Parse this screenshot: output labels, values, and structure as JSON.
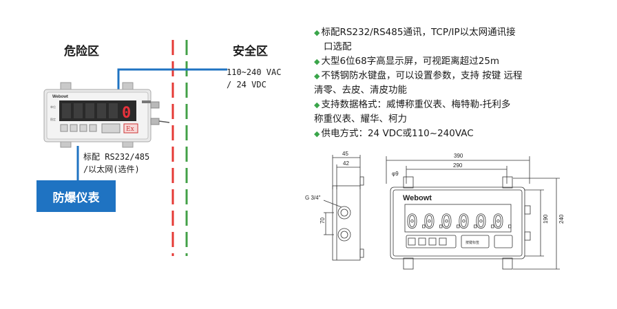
{
  "zones": {
    "danger": "危险区",
    "safe": "安全区"
  },
  "power_label": {
    "line1": "110~240 VAC",
    "line2": "/ 24 VDC"
  },
  "comm_label": {
    "line1": "标配 RS232/485",
    "line2": "/以太网(选件)"
  },
  "instrument_box": "防爆仪表",
  "device": {
    "brand": "Webowt",
    "display_digit": "0",
    "ex_mark": "Ex"
  },
  "features": [
    {
      "icon": "diamond-bullet-icon",
      "lines": [
        "标配RS232/RS485通讯，TCP/IP以太网通讯接",
        "口选配"
      ]
    },
    {
      "icon": "diamond-bullet-icon",
      "lines": [
        "大型6位68字高显示屏，可视距离超过25m"
      ]
    },
    {
      "icon": "diamond-bullet-icon",
      "lines": [
        "不锈钢防水键盘，可以设置参数，支持 按键 远程",
        "清零、去皮、清皮功能"
      ]
    },
    {
      "icon": "diamond-bullet-icon",
      "lines": [
        "支持数据格式：威博称重仪表、梅特勒-托利多",
        "称重仪表、耀华、柯力"
      ]
    },
    {
      "icon": "diamond-bullet-icon",
      "lines": [
        "供电方式：24 VDC或110~240VAC"
      ]
    }
  ],
  "drawing": {
    "side_dim_outer": "45",
    "side_dim_inner": "42",
    "thread": "G 3/4\"",
    "side_height": "70",
    "front_width": "390",
    "front_inner_width": "290",
    "hole": "φ9",
    "height_inner": "190",
    "height_outer": "240",
    "brand": "Webowt",
    "digits": [
      "0.",
      "0.",
      "0.",
      "0.",
      "0.",
      "0."
    ],
    "key_text": "按键标签"
  },
  "colors": {
    "danger_line": "#e53935",
    "safe_line": "#43a047",
    "cable": "#1f73c2",
    "display": "#e8323c"
  }
}
